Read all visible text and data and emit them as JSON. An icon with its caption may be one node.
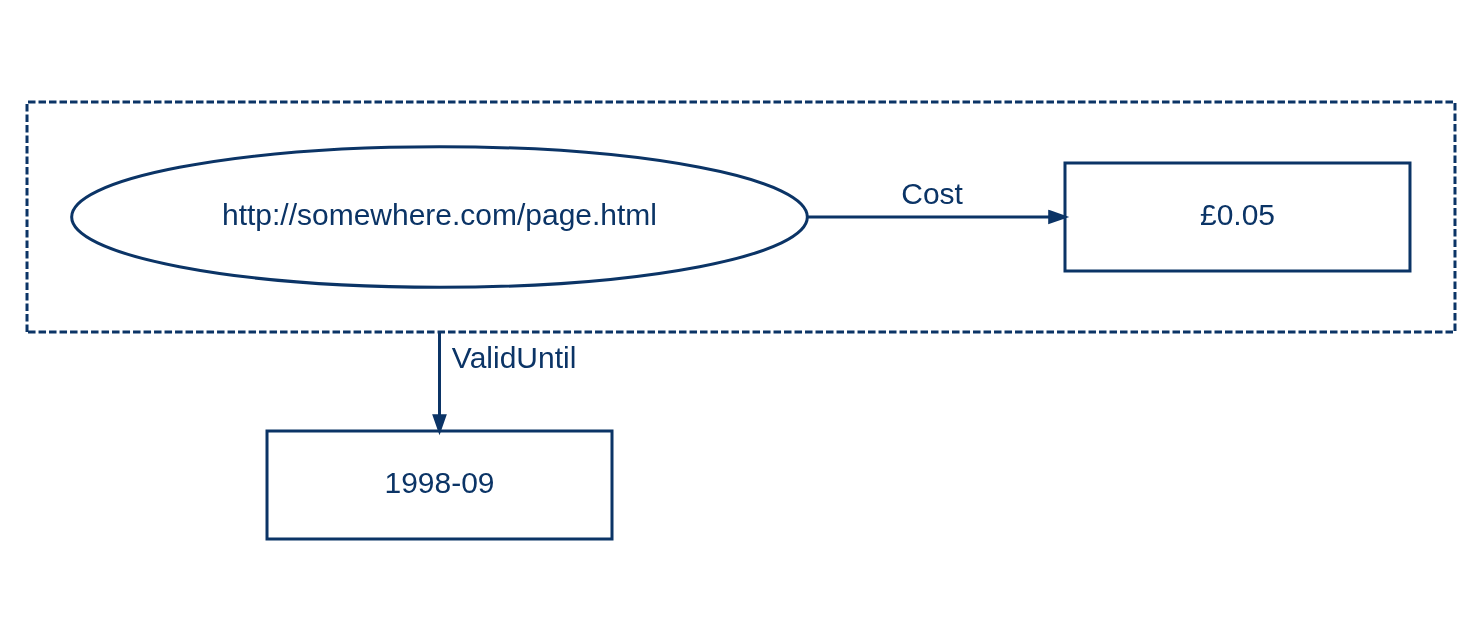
{
  "diagram": {
    "nodes": [
      {
        "text": [],
        "shape": "box"
      },
      {
        "text": [
          "http://somewhere.com/page.html"
        ],
        "in": 0
      },
      {
        "text": [
          "£0.05"
        ],
        "in": 0
      },
      {
        "text": [
          "1998-09"
        ]
      }
    ],
    "edges": [
      {
        "from": 1,
        "to": 2,
        "arrow": "to",
        "label": "Cost"
      },
      {
        "from": 0,
        "to": 3,
        "arrow": "to",
        "label": "ValidUntil"
      }
    ]
  }
}
